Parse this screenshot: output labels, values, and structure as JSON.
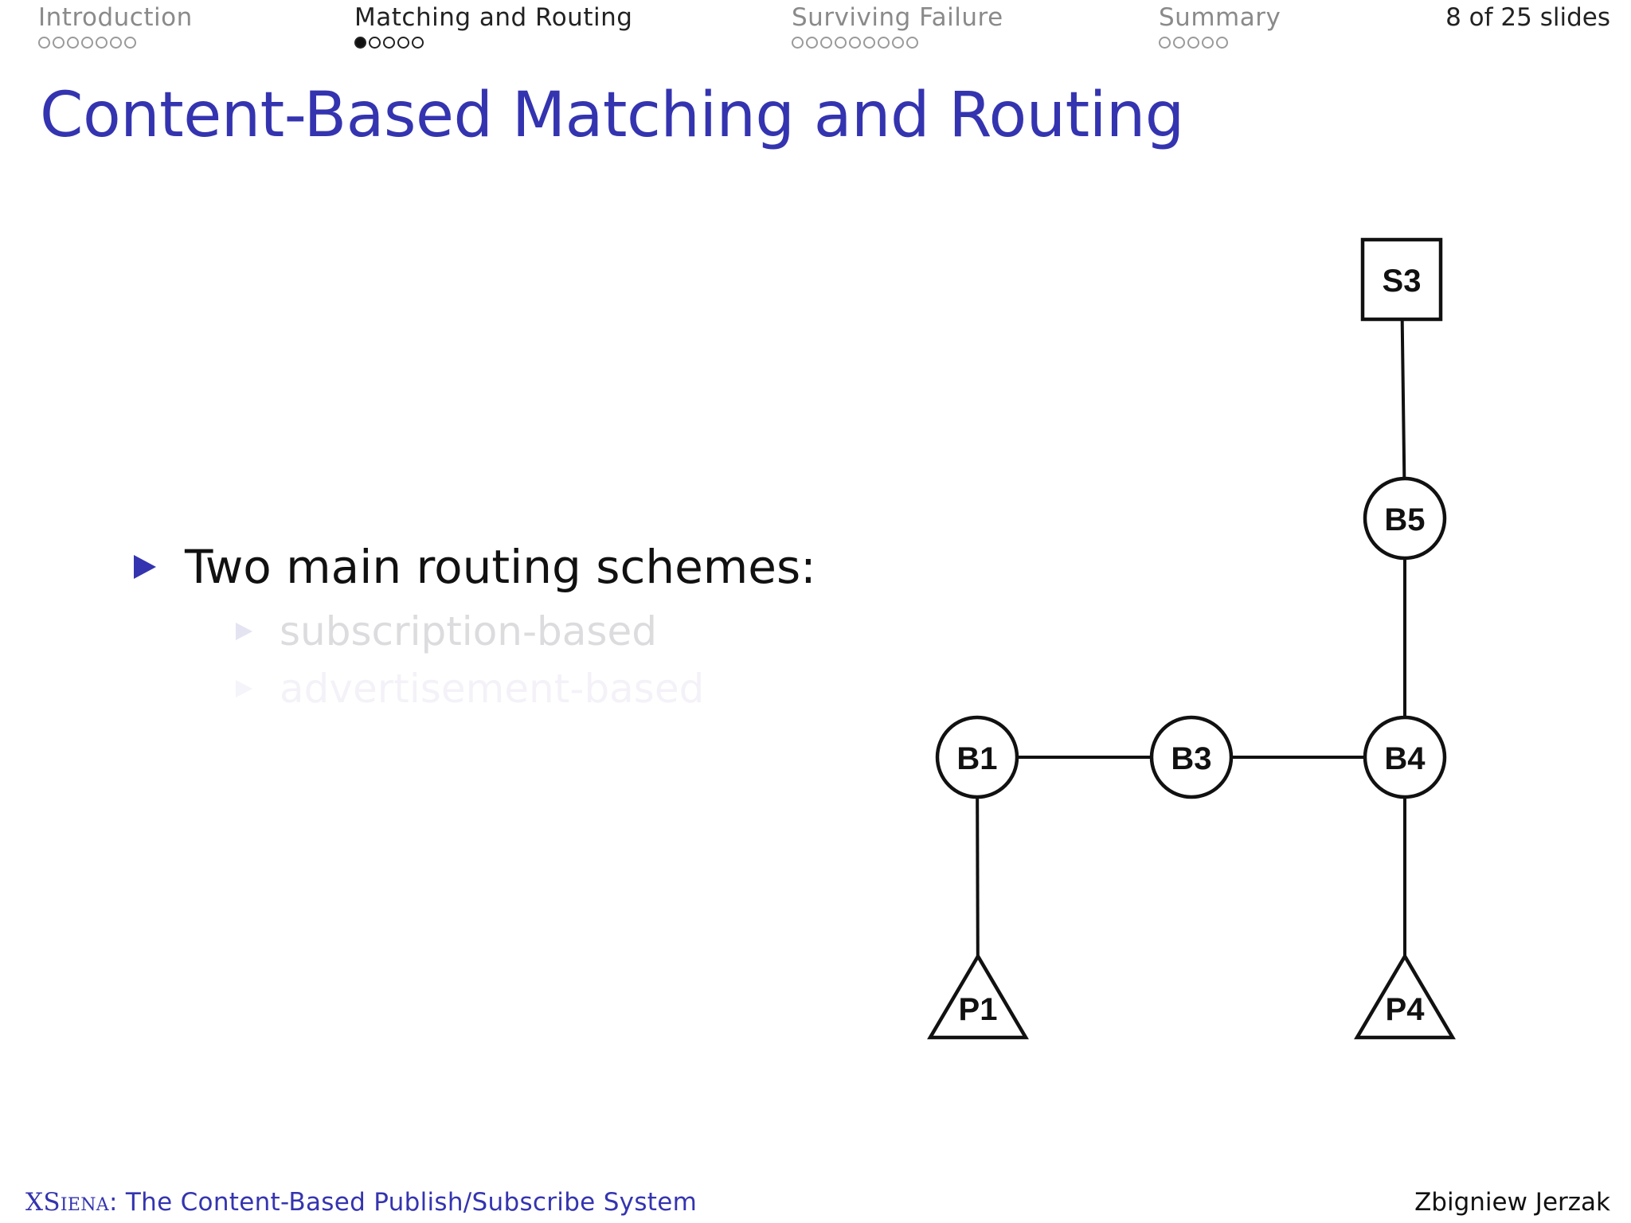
{
  "nav": {
    "sections": [
      {
        "label": "Introduction",
        "dots": 7,
        "filled": -1,
        "active": false
      },
      {
        "label": "Matching and Routing",
        "dots": 5,
        "filled": 0,
        "active": true
      },
      {
        "label": "Surviving Failure",
        "dots": 9,
        "filled": -1,
        "active": false
      },
      {
        "label": "Summary",
        "dots": 5,
        "filled": -1,
        "active": false
      }
    ],
    "slide_count": "8 of 25 slides"
  },
  "slide": {
    "title": "Content-Based Matching and Routing",
    "bullets": [
      {
        "text": "Two main routing schemes:"
      },
      {
        "text": "subscription-based"
      },
      {
        "text": "advertisement-based"
      }
    ]
  },
  "diagram": {
    "nodes": [
      {
        "id": "S3",
        "label": "S3",
        "shape": "square"
      },
      {
        "id": "B5",
        "label": "B5",
        "shape": "circle"
      },
      {
        "id": "B1",
        "label": "B1",
        "shape": "circle"
      },
      {
        "id": "B3",
        "label": "B3",
        "shape": "circle"
      },
      {
        "id": "B4",
        "label": "B4",
        "shape": "circle"
      },
      {
        "id": "P1",
        "label": "P1",
        "shape": "triangle"
      },
      {
        "id": "P4",
        "label": "P4",
        "shape": "triangle"
      }
    ],
    "edges": [
      [
        "S3",
        "B5"
      ],
      [
        "B5",
        "B4"
      ],
      [
        "B1",
        "B3"
      ],
      [
        "B3",
        "B4"
      ],
      [
        "B1",
        "P1"
      ],
      [
        "B4",
        "P4"
      ]
    ]
  },
  "footer": {
    "system_name": "XSiena",
    "subtitle": ": The Content-Based Publish/Subscribe System",
    "author": "Zbigniew Jerzak"
  }
}
